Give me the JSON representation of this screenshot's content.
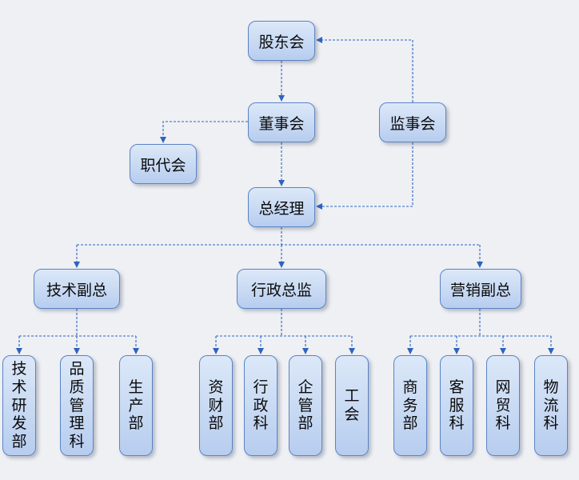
{
  "nodes": {
    "gudonghui": "股东会",
    "dongshihui": "董事会",
    "jianshihui": "监事会",
    "zhidaihui": "职代会",
    "zongjingli": "总经理",
    "jishu_fuzong": "技术副总",
    "xingzheng_zongjian": "行政总监",
    "yingxiao_fuzong": "营销副总",
    "jishu_yanfabu": "技术研发部",
    "pinzhi_guanlike": "品质管理科",
    "shengchanbu": "生产部",
    "zicaibu": "资财部",
    "xingzhengke": "行政科",
    "qiguanbu": "企管部",
    "gonghui": "工会",
    "shangwubu": "商务部",
    "kefuke": "客服科",
    "wangmaoke": "网贸科",
    "wuliuke": "物流科"
  },
  "colors": {
    "node_border": "#5b84c4",
    "node_fill_top": "#dce8f8",
    "node_fill_bottom": "#b7cdef",
    "connector": "#2e63bf",
    "background": "#eef0f4"
  }
}
